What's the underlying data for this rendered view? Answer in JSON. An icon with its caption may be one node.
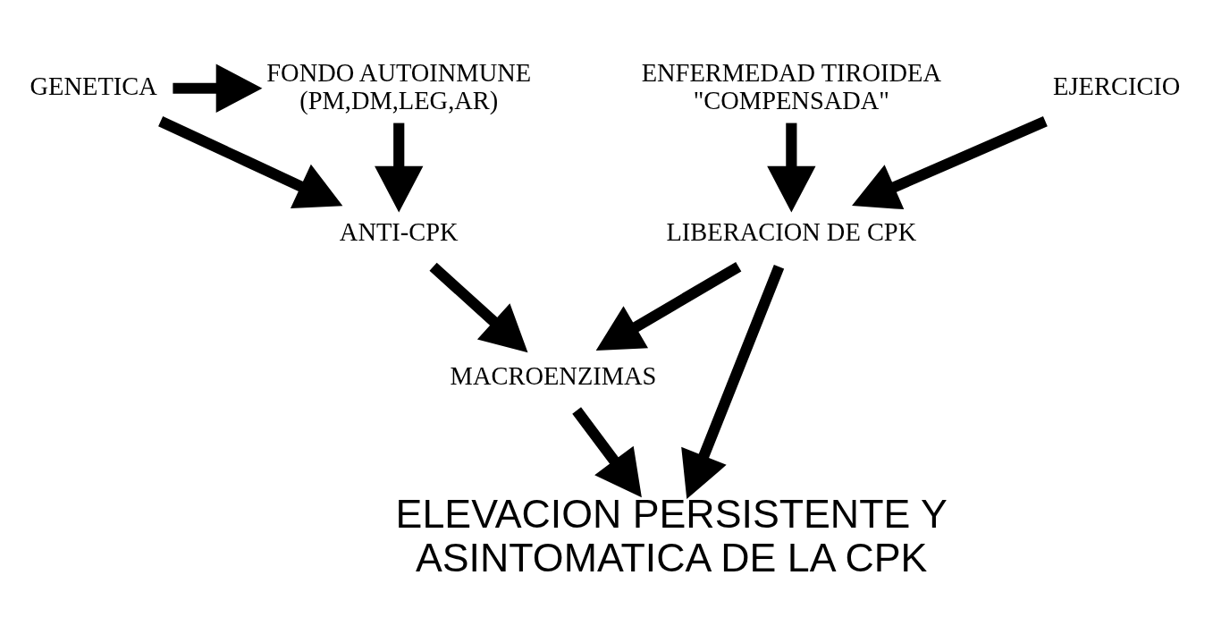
{
  "diagram": {
    "nodes": [
      {
        "text": [
          "FONDO AUTOINMUNE (PM,DM,LEG,AR)"
        ]
      },
      {
        "text": [
          "GENETICA"
        ]
      },
      {
        "text": [
          "ENFERMEDAD TIROIDEA \"COMPENSADA\""
        ]
      },
      {
        "text": [
          "ANTI-CPK"
        ]
      },
      {
        "text": [
          "LIBERACION DE CPK"
        ]
      },
      {
        "text": [
          "EJERCICIO"
        ]
      },
      {
        "text": [
          "MACROENZIMAS"
        ]
      },
      {
        "text": [
          "ELEVACION PERSISTENTE Y ASINTOMATICA DE LA CPK"
        ]
      }
    ],
    "edges": [
      {
        "from": 1,
        "to": 0,
        "arrow": "to"
      },
      {
        "from": 0,
        "to": 3,
        "arrow": "to"
      },
      {
        "from": 1,
        "to": 3,
        "arrow": "to"
      },
      {
        "from": 2,
        "to": 4,
        "arrow": "to"
      },
      {
        "from": 5,
        "to": 4,
        "arrow": "to"
      },
      {
        "from": 4,
        "to": 6,
        "arrow": "to"
      },
      {
        "from": 3,
        "to": 6,
        "arrow": "to"
      },
      {
        "from": 4,
        "to": 7,
        "arrow": "to"
      },
      {
        "from": 6,
        "to": 7,
        "arrow": "to"
      }
    ]
  }
}
